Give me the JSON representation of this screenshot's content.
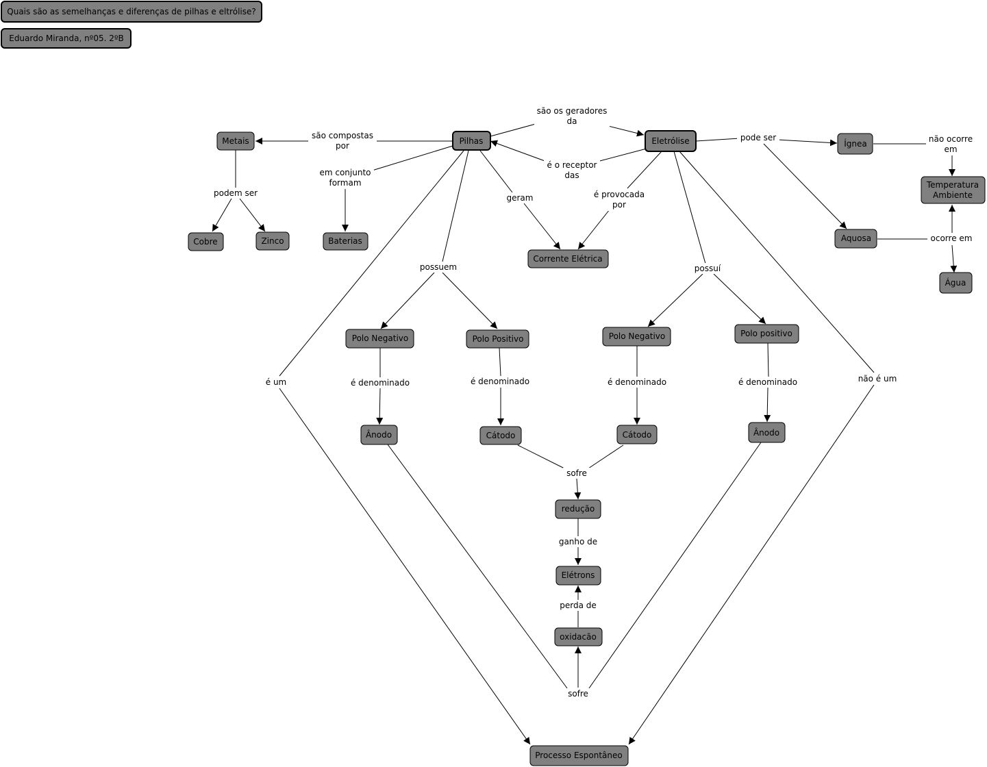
{
  "header": {
    "question": "Quais são as semelhanças e diferenças de pilhas e eltrólise?",
    "author": "Eduardo Miranda, nº05. 2ºB"
  },
  "concepts": {
    "pilhas": "Pilhas",
    "eletrolise": "Eletrólise",
    "metais": "Metais",
    "cobre": "Cobre",
    "zinco": "Zinco",
    "baterias": "Baterias",
    "corrente": "Corrente Elétrica",
    "ignea": "Ígnea",
    "aquosa": "Aquosa",
    "temperatura": [
      "Temperatura",
      "Ambiente"
    ],
    "agua": "Água",
    "polo_neg_pilhas": "Polo Negativo",
    "polo_pos_pilhas": "Polo Positivo",
    "polo_neg_eletr": "Polo Negativo",
    "polo_pos_eletr": "Polo positivo",
    "anodo_pilhas": "Ânodo",
    "catodo_pilhas": "Cátodo",
    "catodo_eletr": "Cátodo",
    "anodo_eletr": "Ânodo",
    "reducao": "redução",
    "eletrons": "Elétrons",
    "oxidacao": "oxidacão",
    "processo": "Processo Espontâneo"
  },
  "links": {
    "sao_geradores": [
      "são os geradores",
      "da"
    ],
    "sao_compostas": [
      "são compostas",
      "por"
    ],
    "em_conjunto": [
      "em conjunto",
      "formam"
    ],
    "podem_ser": "podem ser",
    "e_receptor": [
      "é o receptor",
      "das"
    ],
    "geram": "geram",
    "e_provocada": [
      "é provocada",
      "por"
    ],
    "pode_ser": "pode ser",
    "nao_ocorre": [
      "não ocorre",
      "em"
    ],
    "ocorre_em": "ocorre em",
    "possuem": "possuem",
    "possui": "possuí",
    "e_um": "é um",
    "nao_e_um": "não é um",
    "den1": "é denominado",
    "den2": "é denominado",
    "den3": "é denominado",
    "den4": "é denominado",
    "sofre_top": "sofre",
    "ganho_de": "ganho de",
    "perda_de": "perda de",
    "sofre_bottom": "sofre"
  }
}
